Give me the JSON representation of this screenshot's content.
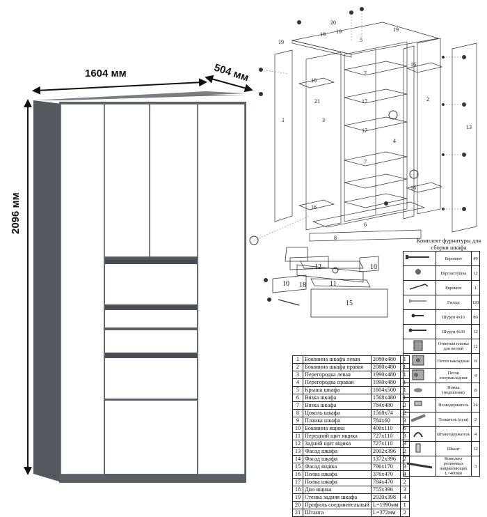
{
  "dimensions": {
    "width": "1604 мм",
    "depth": "504 мм",
    "height": "2096 мм"
  },
  "part_numbers": [
    "1",
    "2",
    "3",
    "4",
    "5",
    "6",
    "7",
    "8",
    "10",
    "12",
    "13",
    "15",
    "16",
    "17",
    "18",
    "19",
    "20",
    "21",
    "11"
  ],
  "parts_table": [
    {
      "n": "1",
      "name": "Боковина шкафа левая",
      "size": "2080x480",
      "qty": "1"
    },
    {
      "n": "2",
      "name": "Боковина шкафа правая",
      "size": "2080x480",
      "qty": "1"
    },
    {
      "n": "3",
      "name": "Перегородка левая",
      "size": "1990x480",
      "qty": "1"
    },
    {
      "n": "4",
      "name": "Перегородка правая",
      "size": "1990x480",
      "qty": "1"
    },
    {
      "n": "5",
      "name": "Крыша шкафа",
      "size": "1604x500",
      "qty": "1"
    },
    {
      "n": "6",
      "name": "Вязка шкафа",
      "size": "1568x480",
      "qty": "1"
    },
    {
      "n": "7",
      "name": "Вязка шкафа",
      "size": "784x480",
      "qty": "2"
    },
    {
      "n": "8",
      "name": "Цоколь шкафа",
      "size": "1568x74",
      "qty": "2"
    },
    {
      "n": "9",
      "name": "Планка шкафа",
      "size": "784x60",
      "qty": "3"
    },
    {
      "n": "10",
      "name": "Боковина ящика",
      "size": "400x110",
      "qty": "6"
    },
    {
      "n": "11",
      "name": "Передний щит ящика",
      "size": "727x110",
      "qty": "3"
    },
    {
      "n": "12",
      "name": "Задний щит ящика",
      "size": "727x110",
      "qty": "3"
    },
    {
      "n": "13",
      "name": "Фасад шкафа",
      "size": "2002x396",
      "qty": "2"
    },
    {
      "n": "14",
      "name": "Фасад шкафа",
      "size": "1372x396",
      "qty": "2"
    },
    {
      "n": "15",
      "name": "Фасад ящика",
      "size": "796x170",
      "qty": "3"
    },
    {
      "n": "16",
      "name": "Полка шкафа",
      "size": "376x470",
      "qty": "4"
    },
    {
      "n": "17",
      "name": "Полка шкафа",
      "size": "784x470",
      "qty": "2"
    },
    {
      "n": "18",
      "name": "Дно ящика",
      "size": "755x396",
      "qty": "3"
    },
    {
      "n": "19",
      "name": "Стенка задняя шкафа",
      "size": "2020x398",
      "qty": "4"
    },
    {
      "n": "20",
      "name": "Профиль соединительный",
      "size": "L=1990мм",
      "qty": "1"
    },
    {
      "n": "21",
      "name": "Штанга",
      "size": "L=372мм",
      "qty": "2"
    }
  ],
  "hardware_kit": {
    "title": "Комплект фурнитуры для сборки шкафа",
    "items": [
      {
        "icon": "confirmat-screw-icon",
        "label": "Евровинт",
        "qty": "40"
      },
      {
        "icon": "cap-icon",
        "label": "Еврозаглушка",
        "qty": "12"
      },
      {
        "icon": "hex-key-icon",
        "label": "Еврокюч",
        "qty": "1"
      },
      {
        "icon": "nail-icon",
        "label": "Гвоздь",
        "qty": "120"
      },
      {
        "icon": "screw-icon",
        "label": "Шуруп 4x16",
        "qty": "80"
      },
      {
        "icon": "screw-long-icon",
        "label": "Шуруп 4x30",
        "qty": "12"
      },
      {
        "icon": "mounting-plate-icon",
        "label": "Ответная планка для петлей",
        "qty": "12"
      },
      {
        "icon": "overlay-hinge-icon",
        "label": "Петли накладные",
        "qty": "8"
      },
      {
        "icon": "half-overlay-hinge-icon",
        "label": "Петли полунакладные",
        "qty": "4"
      },
      {
        "icon": "leg-icon",
        "label": "Ножка (подпятник)",
        "qty": "8"
      },
      {
        "icon": "shelf-support-icon",
        "label": "Полкодержатель",
        "qty": "24"
      },
      {
        "icon": "push-latch-icon",
        "label": "Толкатель (пуш)",
        "qty": "2"
      },
      {
        "icon": "rod-holder-icon",
        "label": "Штангодержатель",
        "qty": "4"
      },
      {
        "icon": "dowel-icon",
        "label": "Шкант",
        "qty": "12"
      },
      {
        "icon": "roller-slide-icon",
        "label": "Комплект роликовых направляющих L=400мм",
        "qty": "3"
      }
    ]
  },
  "colors": {
    "body": "#5b5f66",
    "fronts": "#ffffff",
    "handles": "#4a4d53"
  }
}
